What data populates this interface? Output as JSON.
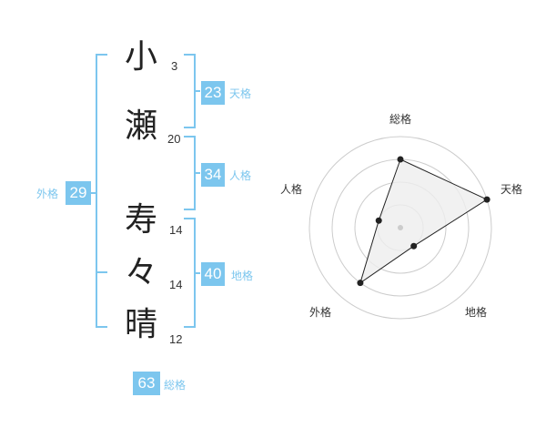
{
  "name": {
    "characters": [
      {
        "char": "小",
        "strokes": "3"
      },
      {
        "char": "瀬",
        "strokes": "20"
      },
      {
        "char": "寿",
        "strokes": "14"
      },
      {
        "char": "々",
        "strokes": "14"
      },
      {
        "char": "晴",
        "strokes": "12"
      }
    ]
  },
  "fortunes": {
    "tenkaku": {
      "value": "23",
      "label": "天格"
    },
    "jinkaku": {
      "value": "34",
      "label": "人格"
    },
    "chikaku": {
      "value": "40",
      "label": "地格"
    },
    "gaikaku": {
      "value": "29",
      "label": "外格"
    },
    "soukaku": {
      "value": "63",
      "label": "総格"
    }
  },
  "radar": {
    "axes": [
      "総格",
      "天格",
      "地格",
      "外格",
      "人格"
    ],
    "levels": 4,
    "scores": [
      3,
      4,
      1,
      3,
      1
    ],
    "max": 4,
    "colors": {
      "fill": "#eeeeee",
      "line": "#222222",
      "grid": "#cccccc",
      "accent": "#7cc6ee"
    }
  }
}
